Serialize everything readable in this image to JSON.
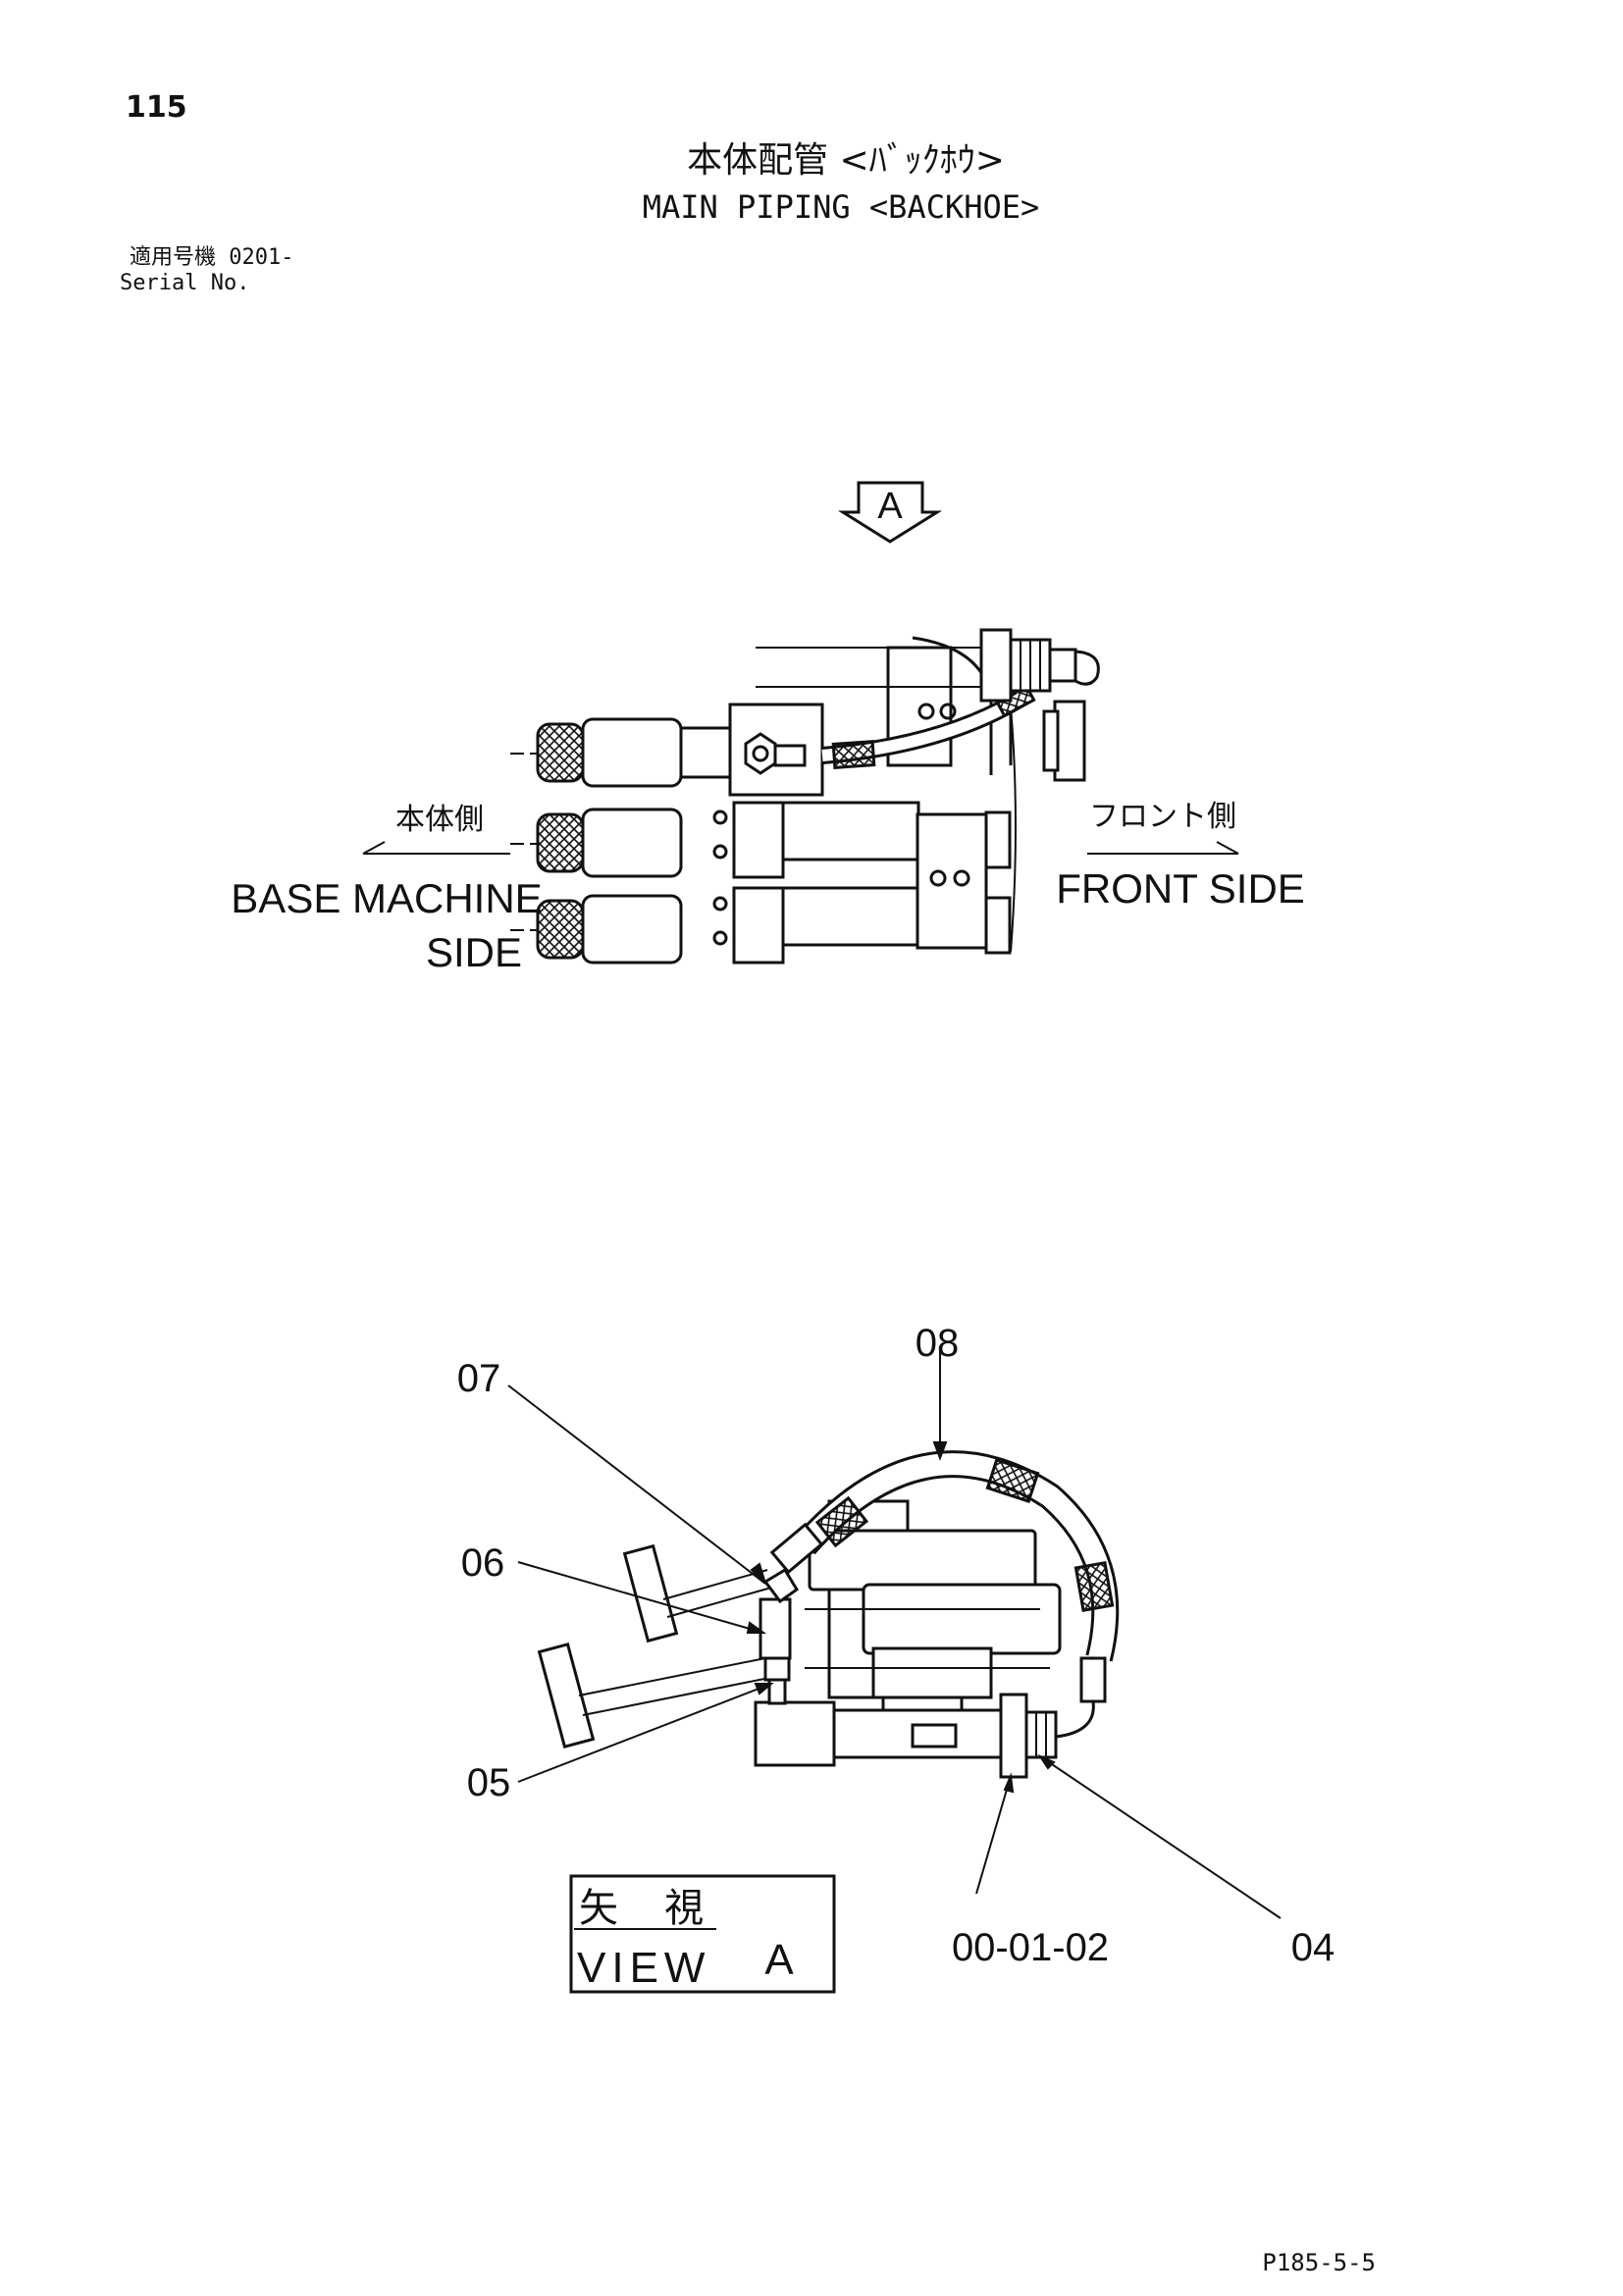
{
  "page": {
    "number": "115",
    "title_jp": "本体配管 <ﾊﾞｯｸﾎｳ>",
    "title_en": "MAIN PIPING <BACKHOE>",
    "serial_jp": "適用号機 0201-",
    "serial_en": "Serial No.",
    "doc_ref": "P185-5-5"
  },
  "top_view": {
    "view_marker": "A",
    "left_label_jp": "本体側",
    "left_label_en_line1": "BASE MACHINE",
    "left_label_en_line2": "SIDE",
    "right_label_jp": "フロント側",
    "right_label_en": "FRONT SIDE"
  },
  "view_a": {
    "callouts": [
      "07",
      "08",
      "06",
      "05",
      "00-01-02",
      "04"
    ],
    "caption_jp": "矢 視",
    "caption_en_word": "VIEW",
    "caption_letter": "A"
  }
}
